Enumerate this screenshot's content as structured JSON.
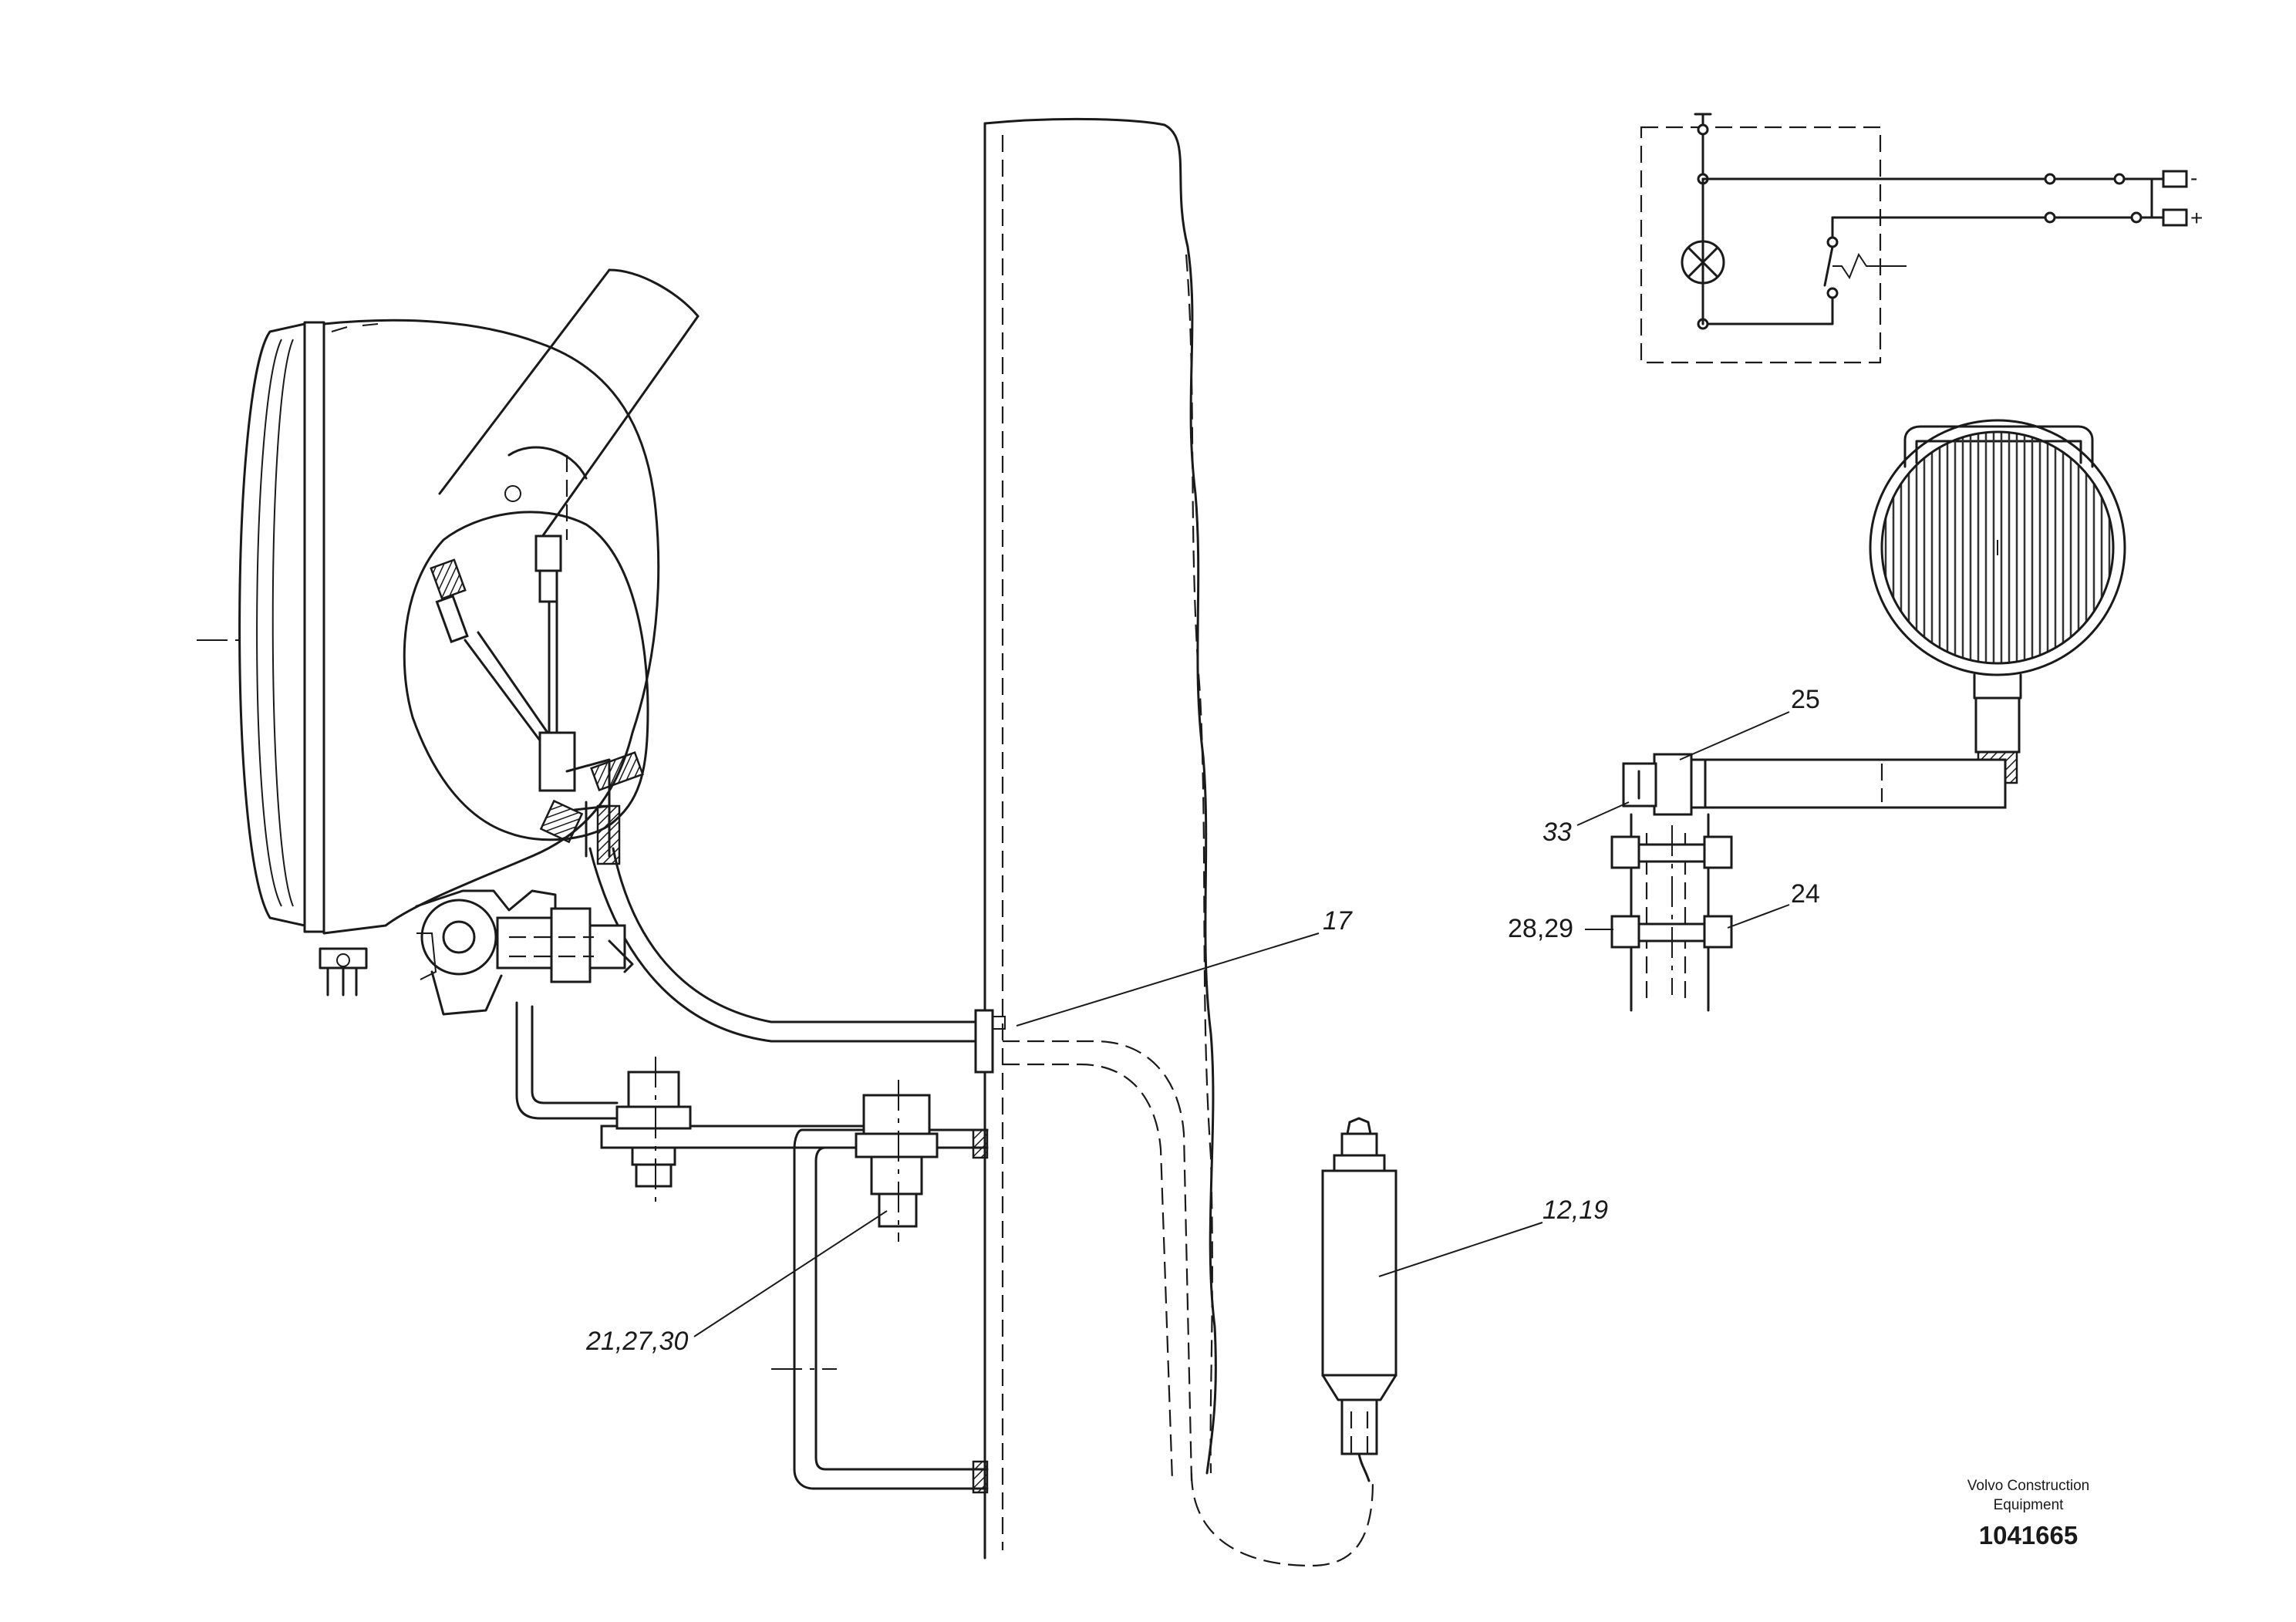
{
  "callouts": {
    "c17": "17",
    "c12_19": "12,19",
    "c21_27_30": "21,27,30",
    "c25": "25",
    "c33": "33",
    "c28_29": "28,29",
    "c24": "24"
  },
  "schematic": {
    "minus_sign": "-",
    "plus_sign": "+"
  },
  "footer": {
    "brand_line1": "Volvo Construction",
    "brand_line2": "Equipment",
    "document_number": "1041665"
  }
}
